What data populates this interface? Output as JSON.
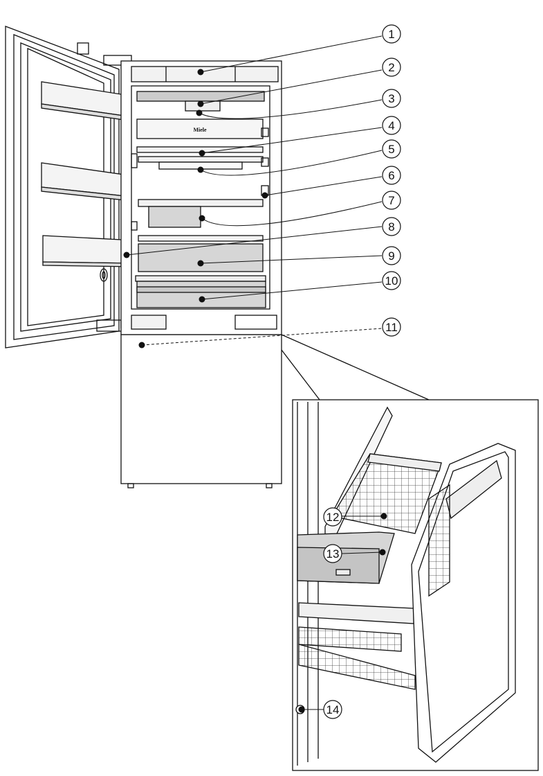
{
  "brand_text": "Miele",
  "callouts": [
    "1",
    "2",
    "3",
    "4",
    "5",
    "6",
    "7",
    "8",
    "9",
    "10",
    "11",
    "12",
    "13",
    "14"
  ],
  "colors": {
    "line": "#111111",
    "shelf_fill": "#d6d6d6",
    "panel_fill": "#ededed",
    "background": "#ffffff"
  }
}
